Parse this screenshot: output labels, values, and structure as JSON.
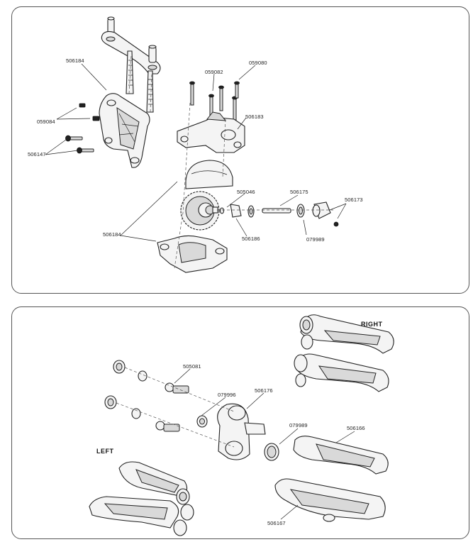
{
  "top_panel": {
    "labels": {
      "p506184_a": "506184",
      "p059084": "059084",
      "p506147": "506147",
      "p059082": "059082",
      "p059080": "059080",
      "p506183": "506183",
      "p505046": "505046",
      "p506175": "506175",
      "p506173": "506173",
      "p506184_b": "506184",
      "p506186": "506186",
      "p079989": "079989"
    }
  },
  "bottom_panel": {
    "side_right": "RIGHT",
    "side_left": "LEFT",
    "labels": {
      "p505081": "505081",
      "p079996": "079996",
      "p506176": "506176",
      "p079989": "079989",
      "p506166": "506166",
      "p506167": "506167"
    }
  }
}
